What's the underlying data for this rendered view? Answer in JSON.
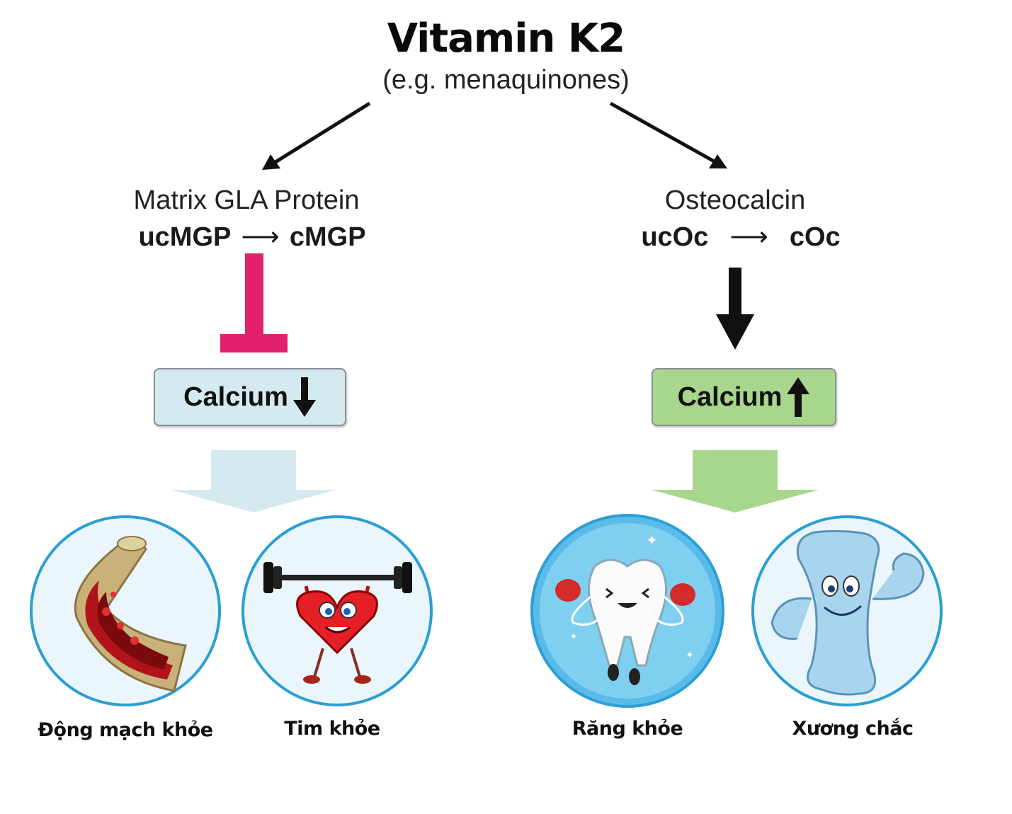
{
  "title": "Vitamin K2",
  "subtitle": "(e.g. menaquinones)",
  "left": {
    "protein_name": "Matrix GLA Protein",
    "reaction_from": "ucMGP",
    "reaction_arrow": "⟶",
    "reaction_to": "cMGP",
    "effect": "inhibits",
    "calcium_label": "Calcium",
    "calcium_direction": "down",
    "box_color": "#d5eaf0",
    "inhibit_color": "#e3206a",
    "outcomes": [
      {
        "icon": "artery-icon",
        "caption": "Động mạch khỏe"
      },
      {
        "icon": "heart-lifting-icon",
        "caption": "Tim khỏe"
      }
    ]
  },
  "right": {
    "protein_name": "Osteocalcin",
    "reaction_from": "ucOc",
    "reaction_arrow": "⟶",
    "reaction_to": "cOc",
    "effect": "promotes",
    "calcium_label": "Calcium",
    "calcium_direction": "up",
    "box_color": "#a9d68d",
    "outcomes": [
      {
        "icon": "tooth-boxing-icon",
        "caption": "Răng khỏe"
      },
      {
        "icon": "bone-flexing-icon",
        "caption": "Xương chắc"
      }
    ]
  }
}
